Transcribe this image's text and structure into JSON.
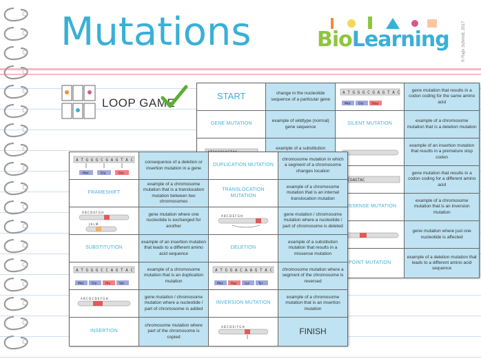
{
  "header": {
    "title": "Mutations",
    "logo_text_1": "Bio",
    "logo_text_2": "Learning",
    "copyright": "© Rajiv Schmidt, 2017",
    "loop_game_label": "LOOP GAME"
  },
  "back_sheet": {
    "rows": [
      [
        "START",
        "change in the nucleotide sequence of a particular gene",
        "",
        "gene mutation that results in a codon coding for the same amino acid"
      ],
      [
        "GENE MUTATION",
        "example of wildtype (normal) gene sequence",
        "SILENT MUTATION",
        "example of a chromosome mutation that is a deletion mutation"
      ],
      [
        "",
        "example of a substitution mutation",
        "",
        "example of an insertion mutation that results in a premature stop codon"
      ],
      [
        "",
        "",
        "",
        "gene mutation that results in a codon coding for a different amino acid"
      ],
      [
        "",
        "",
        "MISSENSE MUTATION",
        "example of a chromosome mutation that is an inversion mutation"
      ],
      [
        "",
        "",
        "",
        "gene mutation where just one nucleotide is affected"
      ],
      [
        "",
        "",
        "POINT MUTATION",
        "example of a deletion mutation that leads to a different amino acid sequence"
      ]
    ]
  },
  "front_sheet": {
    "rows": [
      [
        "",
        "consequence of a deletion or insertion mutation in a gene",
        "DUPLICATION MUTATION",
        "chromosome mutation in which a segment of a chromosome changes location"
      ],
      [
        "FRAMESHIFT",
        "example of a chromosome mutation that is a translocation mutation between two chromosomes",
        "TRANSLOCATION MUTATION",
        "example of a chromosome mutation that is an internal translocation mutation"
      ],
      [
        "",
        "gene mutation where one nucleotide is exchanged for another",
        "",
        "gene mutation / chromosome mutation where a nucleotide / part of chromosome is deleted"
      ],
      [
        "SUBSTITUTION",
        "example of an insertion mutation that leads to a different amino acid sequence",
        "DELETION",
        "example of a substitution mutation that results in a missense mutation"
      ],
      [
        "",
        "example of a chromosome mutation that is an duplication mutation",
        "",
        "chromosome mutation where a segment of the chromosome is reversed"
      ],
      [
        "",
        "gene mutation / chromosome mutation where a nucleotide / part of chromosome is added",
        "INVERSION MUTATION",
        "example of a chromosome mutation that is an insertion mutation"
      ],
      [
        "INSERTION",
        "chromosome mutation where part of the chromosome is copied",
        "",
        "FINISH"
      ]
    ]
  },
  "dna": {
    "seq1": "ATGGGCGAGTAC",
    "seq2": "ATGGCGAGTAC",
    "amino1": [
      "Met",
      "Gly",
      "Glu"
    ],
    "amino2": [
      "Met",
      "Gly",
      "Stop"
    ],
    "amino3": [
      "Met",
      "Gly",
      "His",
      "Val"
    ],
    "amino4": [
      "Met",
      "Asp",
      "Lys",
      "Tyr"
    ],
    "chrom_labels": [
      "A",
      "B",
      "C",
      "D",
      "E",
      "F",
      "G",
      "H"
    ],
    "chrom_labels_short": [
      "A",
      "B",
      "C",
      "F",
      "G",
      "H"
    ]
  },
  "colors": {
    "accent": "#3ab0d6",
    "def_bg": "#bfe3f2",
    "logo_green": "#8dc63f",
    "check_green": "#5cae32"
  }
}
